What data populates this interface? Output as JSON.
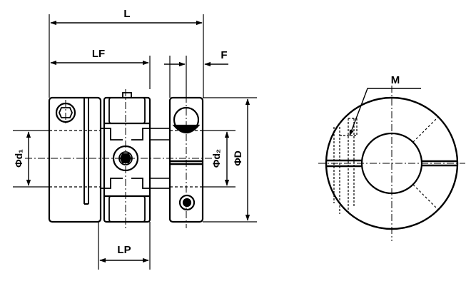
{
  "dimensions": {
    "L": "L",
    "LF": "LF",
    "F": "F",
    "LP": "LP",
    "D": "ΦD",
    "d1": "Φd₁",
    "d2": "Φd₂",
    "M": "M"
  },
  "colors": {
    "line": "#000000",
    "background": "#ffffff"
  }
}
